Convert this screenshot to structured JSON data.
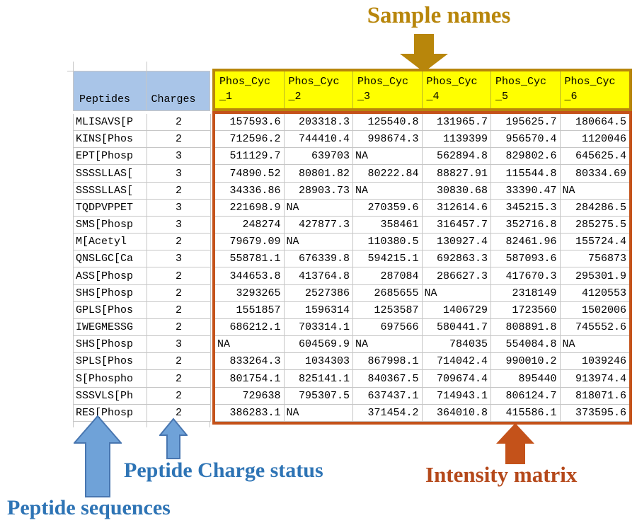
{
  "annotations": {
    "sample_names": "Sample names",
    "peptide_charge_status": "Peptide Charge status",
    "peptide_sequences": "Peptide sequences",
    "intensity_matrix": "Intensity matrix"
  },
  "colors": {
    "header_fill_blue": "#A9C5E8",
    "sample_header_fill": "#FFFF00",
    "sample_box_border": "#B8860B",
    "matrix_box_border": "#C4521A",
    "gridline": "#C6C6C6",
    "annotation_blue": "#2E74B5",
    "annotation_dark_yellow": "#B8860B",
    "annotation_orange": "#B5491B",
    "arrow_blue_fill": "#6FA2D8",
    "arrow_blue_stroke": "#4876B0"
  },
  "table": {
    "columns": {
      "peptides": "Peptides",
      "charges": "Charges"
    },
    "na_text": "NA",
    "sample_columns": [
      {
        "line1": "Phos_Cyc",
        "line2": "_1"
      },
      {
        "line1": "Phos_Cyc",
        "line2": "_2"
      },
      {
        "line1": "Phos_Cyc",
        "line2": "_3"
      },
      {
        "line1": "Phos_Cyc",
        "line2": "_4"
      },
      {
        "line1": "Phos_Cyc",
        "line2": "_5"
      },
      {
        "line1": "Phos_Cyc",
        "line2": "_6"
      }
    ],
    "rows": [
      {
        "peptide": "MLISAVS[P",
        "charge": "2",
        "values": [
          "157593.6",
          "203318.3",
          "125540.8",
          "131965.7",
          "195625.7",
          "180664.5"
        ]
      },
      {
        "peptide": "KINS[Phos",
        "charge": "2",
        "values": [
          "712596.2",
          "744410.4",
          "998674.3",
          "1139399",
          "956570.4",
          "1120046"
        ]
      },
      {
        "peptide": "EPT[Phosp",
        "charge": "3",
        "values": [
          "511129.7",
          "639703",
          "NA",
          "562894.8",
          "829802.6",
          "645625.4"
        ]
      },
      {
        "peptide": "SSSSLLAS[",
        "charge": "3",
        "values": [
          "74890.52",
          "80801.82",
          "80222.84",
          "88827.91",
          "115544.8",
          "80334.69"
        ]
      },
      {
        "peptide": "SSSSLLAS[",
        "charge": "2",
        "values": [
          "34336.86",
          "28903.73",
          "NA",
          "30830.68",
          "33390.47",
          "NA"
        ]
      },
      {
        "peptide": "TQDPVPPET",
        "charge": "3",
        "values": [
          "221698.9",
          "NA",
          "270359.6",
          "312614.6",
          "345215.3",
          "284286.5"
        ]
      },
      {
        "peptide": "SMS[Phosp",
        "charge": "3",
        "values": [
          "248274",
          "427877.3",
          "358461",
          "316457.7",
          "352716.8",
          "285275.5"
        ]
      },
      {
        "peptide": "M[Acetyl",
        "charge": "2",
        "values": [
          "79679.09",
          "NA",
          "110380.5",
          "130927.4",
          "82461.96",
          "155724.4"
        ]
      },
      {
        "peptide": "QNSLGC[Ca",
        "charge": "3",
        "values": [
          "558781.1",
          "676339.8",
          "594215.1",
          "692863.3",
          "587093.6",
          "756873"
        ]
      },
      {
        "peptide": "ASS[Phosp",
        "charge": "2",
        "values": [
          "344653.8",
          "413764.8",
          "287084",
          "286627.3",
          "417670.3",
          "295301.9"
        ]
      },
      {
        "peptide": "SHS[Phosp",
        "charge": "2",
        "values": [
          "3293265",
          "2527386",
          "2685655",
          "NA",
          "2318149",
          "4120553"
        ]
      },
      {
        "peptide": "GPLS[Phos",
        "charge": "2",
        "values": [
          "1551857",
          "1596314",
          "1253587",
          "1406729",
          "1723560",
          "1502006"
        ]
      },
      {
        "peptide": "IWEGMESSG",
        "charge": "2",
        "values": [
          "686212.1",
          "703314.1",
          "697566",
          "580441.7",
          "808891.8",
          "745552.6"
        ]
      },
      {
        "peptide": "SHS[Phosp",
        "charge": "3",
        "values": [
          "NA",
          "604569.9",
          "NA",
          "784035",
          "554084.8",
          "NA"
        ]
      },
      {
        "peptide": "SPLS[Phos",
        "charge": "2",
        "values": [
          "833264.3",
          "1034303",
          "867998.1",
          "714042.4",
          "990010.2",
          "1039246"
        ]
      },
      {
        "peptide": "S[Phospho",
        "charge": "2",
        "values": [
          "801754.1",
          "825141.1",
          "840367.5",
          "709674.4",
          "895440",
          "913974.4"
        ]
      },
      {
        "peptide": "SSSVLS[Ph",
        "charge": "2",
        "values": [
          "729638",
          "795307.5",
          "637437.1",
          "714943.1",
          "806124.7",
          "818071.6"
        ]
      },
      {
        "peptide": "RES[Phosp",
        "charge": "2",
        "values": [
          "386283.1",
          "NA",
          "371454.2",
          "364010.8",
          "415586.1",
          "373595.6"
        ]
      }
    ]
  }
}
